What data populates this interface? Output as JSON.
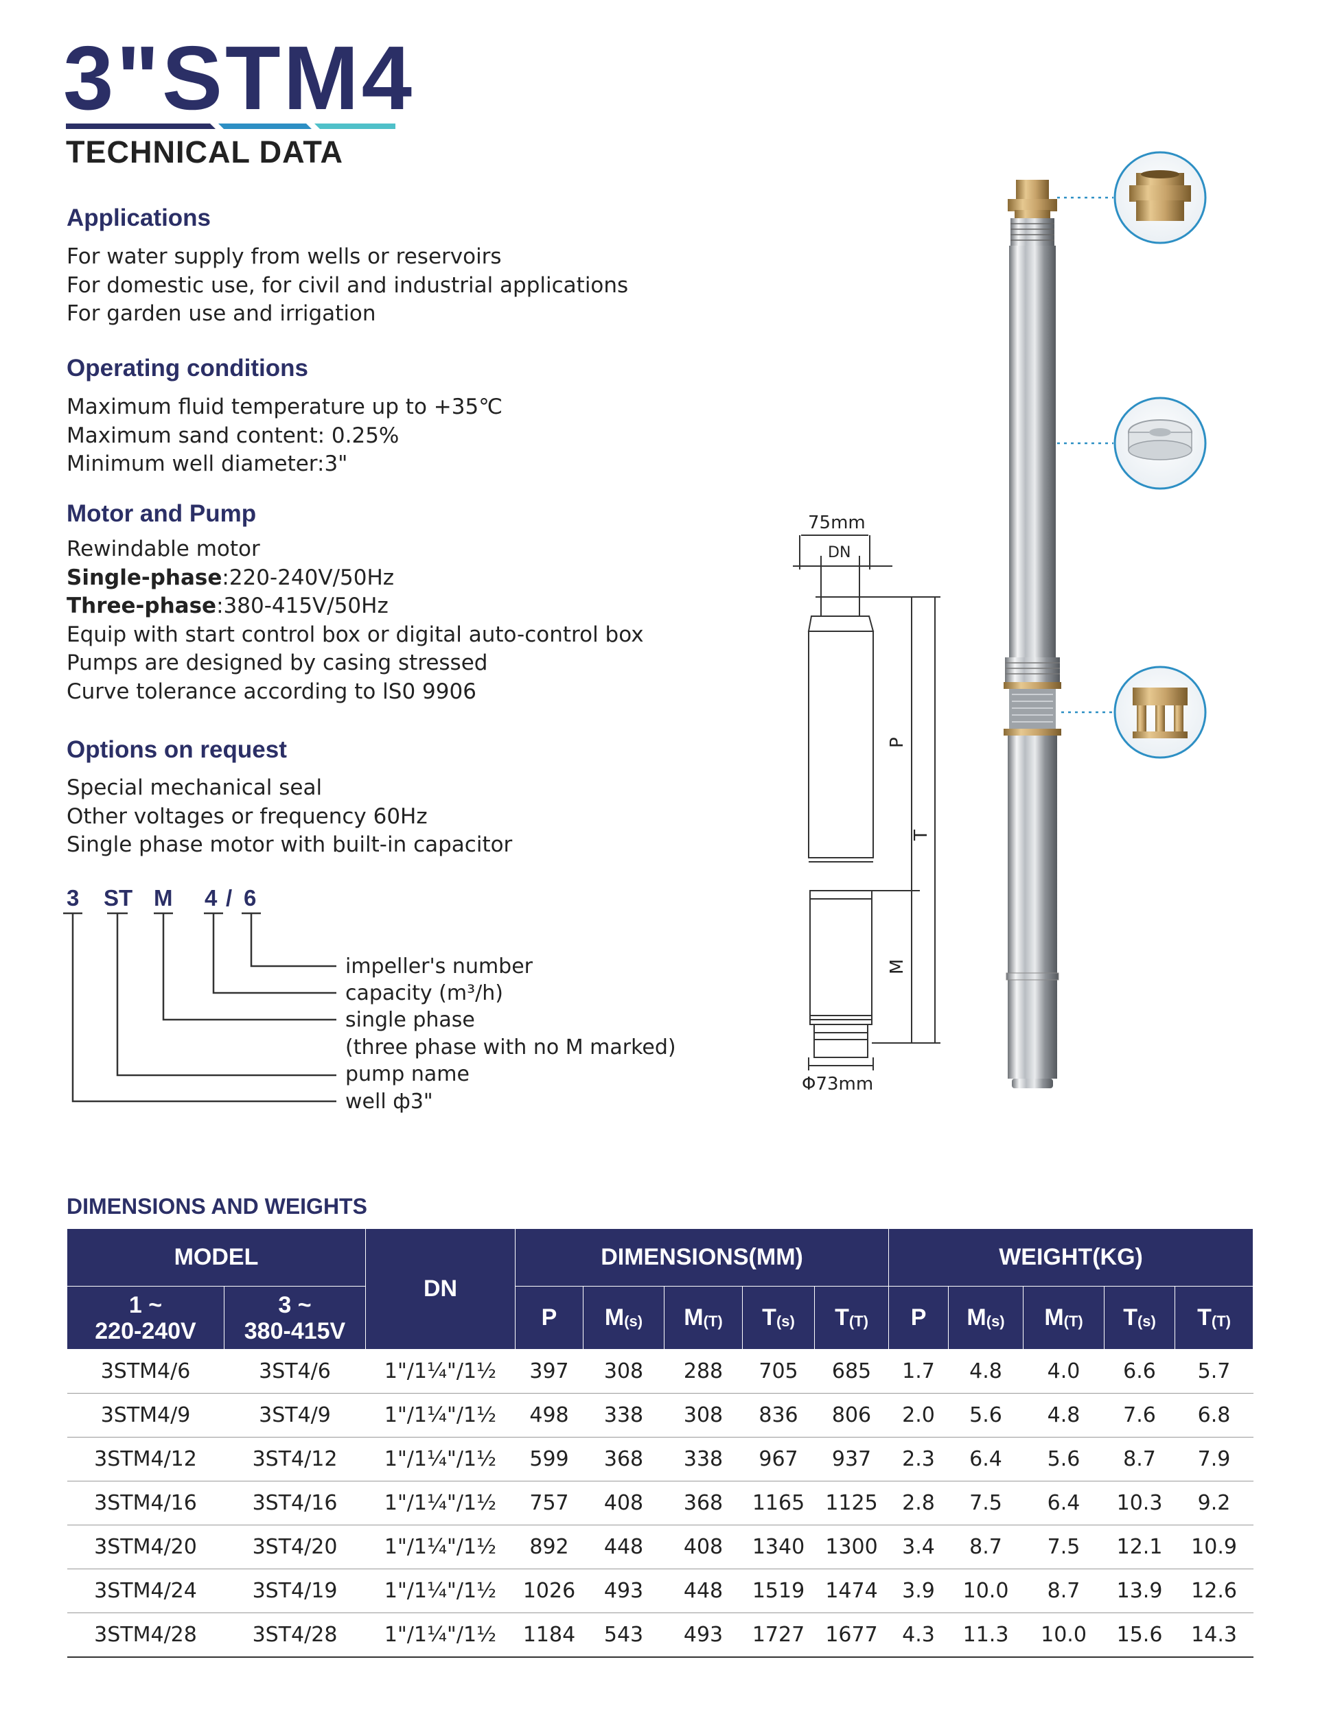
{
  "header": {
    "title": "3\"STM4",
    "subtitle": "TECHNICAL DATA",
    "accent_colors": [
      "#2b2f66",
      "#2d8fc4",
      "#4fc0c9"
    ]
  },
  "applications": {
    "heading": "Applications",
    "lines": [
      "For water supply from wells or reservoirs",
      "For domestic use, for civil and industrial applications",
      "For garden use and irrigation"
    ]
  },
  "operating": {
    "heading": "Operating conditions",
    "lines": [
      "Maximum fluid temperature up to +35℃",
      "Maximum sand content: 0.25%",
      "Minimum well diameter:3\""
    ]
  },
  "motor": {
    "heading": "Motor and Pump",
    "line1": "Rewindable motor",
    "single_label": "Single-phase",
    "single_value": ":220-240V/50Hz",
    "three_label": "Three-phase",
    "three_value": ":380-415V/50Hz",
    "line4": "Equip with start control box or digital auto-control box",
    "line5": "Pumps are designed by casing stressed",
    "line6": "Curve tolerance according to lS0 9906"
  },
  "options": {
    "heading": "Options on request",
    "lines": [
      "Special mechanical seal",
      "Other voltages or frequency 60Hz",
      "Single phase motor with built-in capacitor"
    ]
  },
  "model_code": {
    "parts": [
      "3",
      "ST",
      "M",
      "4",
      "/",
      "6"
    ],
    "legend": [
      "impeller's number",
      "capacity (m³/h)",
      "single phase",
      "(three phase with no M marked)",
      "pump name",
      "well ф3\""
    ]
  },
  "drawing": {
    "width_label": "75mm",
    "dn_label": "DN",
    "p_label": "P",
    "t_label": "T",
    "m_label": "M",
    "diameter_label": "Φ73mm"
  },
  "table": {
    "heading": "DIMENSIONS AND WEIGHTS",
    "model_header": "MODEL",
    "single_phase_header": [
      "1 ~",
      "220-240V"
    ],
    "three_phase_header": [
      "3 ~",
      "380-415V"
    ],
    "dn_header": "DN",
    "dimensions_header": "DIMENSIONS(MM)",
    "weight_header": "WEIGHT(KG)",
    "sub_columns": [
      {
        "main": "P",
        "sub": ""
      },
      {
        "main": "M",
        "sub": "(s)"
      },
      {
        "main": "M",
        "sub": "(T)"
      },
      {
        "main": "T",
        "sub": "(s)"
      },
      {
        "main": "T",
        "sub": "(T)"
      }
    ],
    "rows": [
      [
        "3STM4/6",
        "3ST4/6",
        "1\"/1¼\"/1½",
        "397",
        "308",
        "288",
        "705",
        "685",
        "1.7",
        "4.8",
        "4.0",
        "6.6",
        "5.7"
      ],
      [
        "3STM4/9",
        "3ST4/9",
        "1\"/1¼\"/1½",
        "498",
        "338",
        "308",
        "836",
        "806",
        "2.0",
        "5.6",
        "4.8",
        "7.6",
        "6.8"
      ],
      [
        "3STM4/12",
        "3ST4/12",
        "1\"/1¼\"/1½",
        "599",
        "368",
        "338",
        "967",
        "937",
        "2.3",
        "6.4",
        "5.6",
        "8.7",
        "7.9"
      ],
      [
        "3STM4/16",
        "3ST4/16",
        "1\"/1¼\"/1½",
        "757",
        "408",
        "368",
        "1165",
        "1125",
        "2.8",
        "7.5",
        "6.4",
        "10.3",
        "9.2"
      ],
      [
        "3STM4/20",
        "3ST4/20",
        "1\"/1¼\"/1½",
        "892",
        "448",
        "408",
        "1340",
        "1300",
        "3.4",
        "8.7",
        "7.5",
        "12.1",
        "10.9"
      ],
      [
        "3STM4/24",
        "3ST4/19",
        "1\"/1¼\"/1½",
        "1026",
        "493",
        "448",
        "1519",
        "1474",
        "3.9",
        "10.0",
        "8.7",
        "13.9",
        "12.6"
      ],
      [
        "3STM4/28",
        "3ST4/28",
        "1\"/1¼\"/1½",
        "1184",
        "543",
        "493",
        "1727",
        "1677",
        "4.3",
        "11.3",
        "10.0",
        "15.6",
        "14.3"
      ]
    ]
  }
}
